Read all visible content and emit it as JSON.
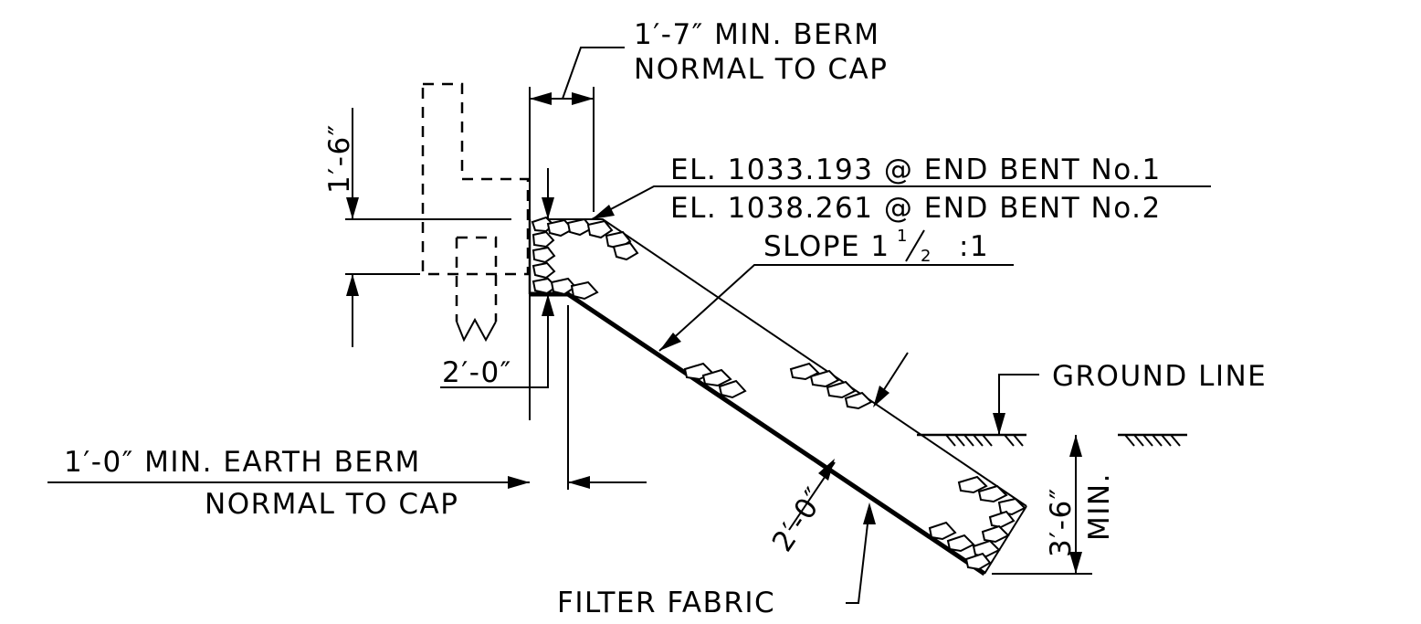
{
  "labels": {
    "berm_top_line1": "1′-7″ MIN. BERM",
    "berm_top_line2": "NORMAL TO CAP",
    "dim_vertical_left": "1′-6″",
    "elevation_1": "EL. 1033.193 @ END BENT No.1",
    "elevation_2": "EL. 1038.261 @ END BENT No.2",
    "slope_prefix": "SLOPE 1",
    "slope_fraction_num": "1",
    "slope_fraction_den": "2",
    "slope_suffix": ":1",
    "dim_2ft_left": "2′-0″",
    "earth_berm_line1": "1′-0″ MIN. EARTH BERM",
    "earth_berm_line2": "NORMAL TO CAP",
    "ground_line": "GROUND LINE",
    "dim_2ft_thickness": "2′-0″",
    "dim_depth": "3′-6″",
    "dim_depth_min": "MIN.",
    "filter_fabric": "FILTER FABRIC"
  }
}
